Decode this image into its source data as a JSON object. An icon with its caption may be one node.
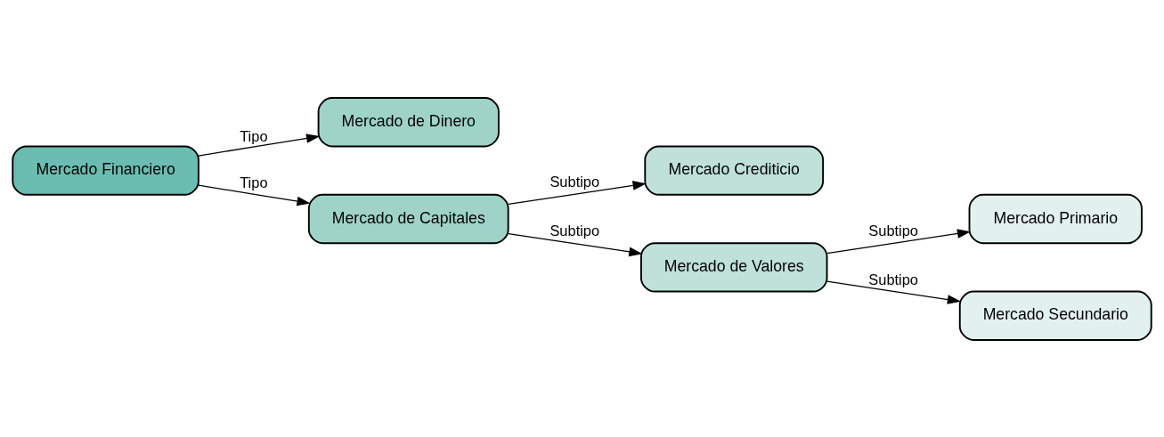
{
  "diagram": {
    "nodes": [
      {
        "text": [
          "Mercado Financiero"
        ]
      },
      {
        "text": [
          "Mercado de Dinero"
        ]
      },
      {
        "text": [
          "Mercado de Capitales"
        ]
      },
      {
        "text": [
          "Mercado Crediticio"
        ]
      },
      {
        "text": [
          "Mercado de Valores"
        ]
      },
      {
        "text": [
          "Mercado Primario"
        ]
      },
      {
        "text": [
          "Mercado Secundario"
        ]
      }
    ],
    "edges": [
      {
        "from": 0,
        "to": 1,
        "arrow": "to",
        "label": "Tipo"
      },
      {
        "from": 0,
        "to": 2,
        "arrow": "to",
        "label": "Tipo"
      },
      {
        "from": 2,
        "to": 3,
        "arrow": "to",
        "label": "Subtipo"
      },
      {
        "from": 2,
        "to": 4,
        "arrow": "to",
        "label": "Subtipo"
      },
      {
        "from": 4,
        "to": 5,
        "arrow": "to",
        "label": "Subtipo"
      },
      {
        "from": 4,
        "to": 6,
        "arrow": "to",
        "label": "Subtipo"
      }
    ]
  }
}
